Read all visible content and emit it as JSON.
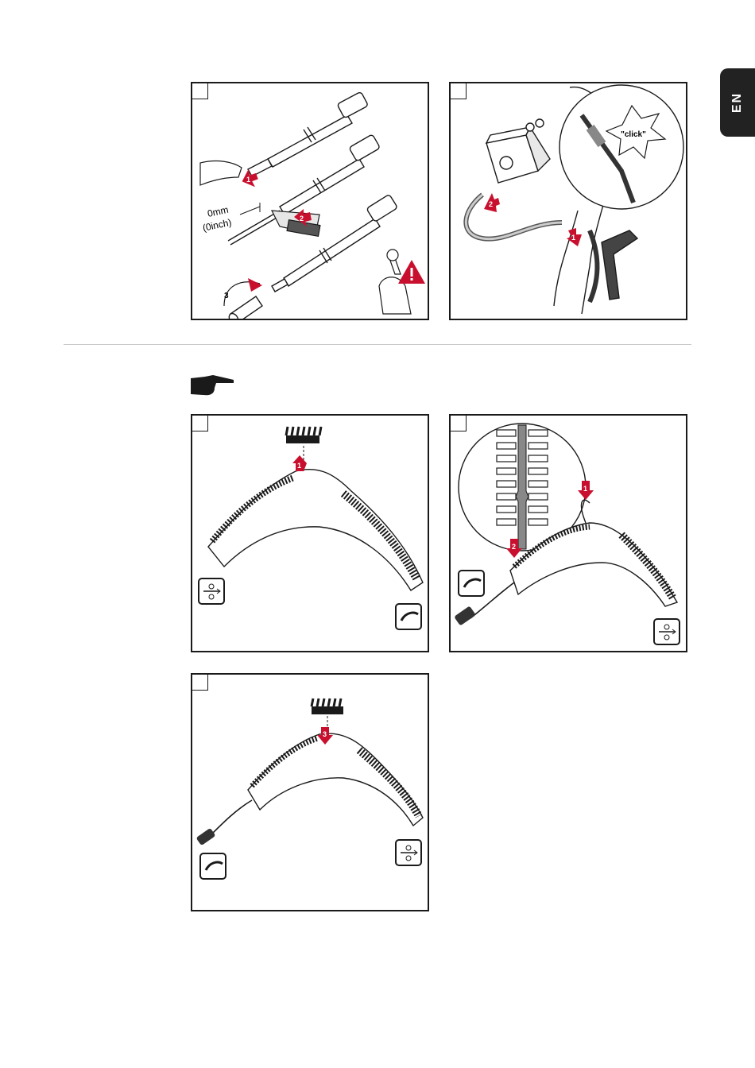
{
  "language_tab": "EN",
  "colors": {
    "accent": "#c8102e",
    "ink": "#1a1a1a",
    "tab": "#222222",
    "divider": "#c8c8c8"
  },
  "steps": {
    "liner_prep": {
      "label_1": "1",
      "label_2": "2",
      "label_3": "3",
      "dim_mm": "0mm",
      "dim_inch": "(0inch)",
      "icons": [
        "hand-icon",
        "knife-icon",
        "wrench-icon",
        "warning-icon"
      ]
    },
    "connect": {
      "label_1": "1",
      "label_2": "2",
      "click_text": "\"click\""
    },
    "remove_cover": {
      "label_1": "1",
      "icons": [
        "wire-feed-icon",
        "torch-icon"
      ]
    },
    "insert_cable": {
      "label_1": "1",
      "label_2": "2",
      "icons": [
        "torch-icon",
        "wire-feed-icon"
      ]
    },
    "replace_cover": {
      "label_3": "3",
      "icons": [
        "wire-feed-icon",
        "torch-icon"
      ]
    }
  },
  "note_icon": "pointing-hand-icon"
}
